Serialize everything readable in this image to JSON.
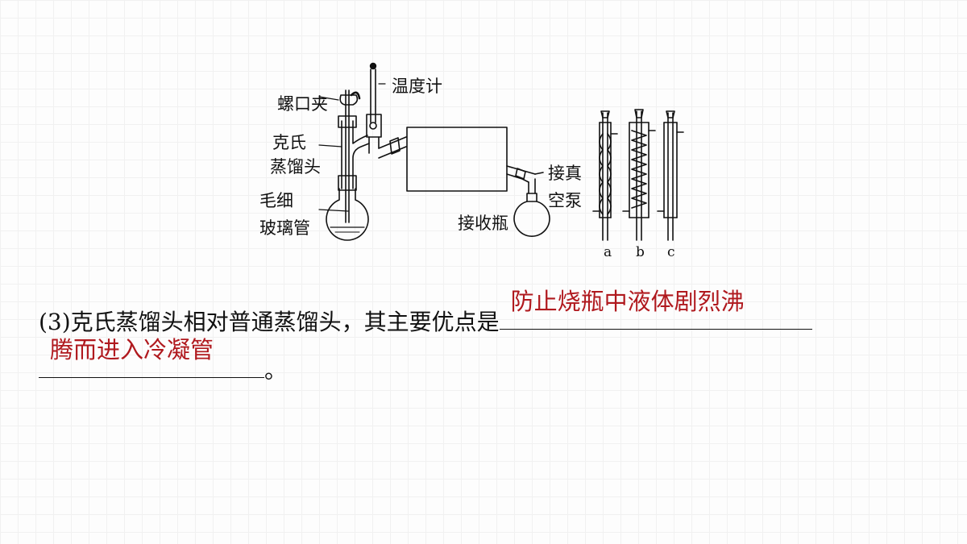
{
  "diagram": {
    "labels": {
      "clamp": "螺口夹",
      "thermometer": "温度计",
      "claisen_1": "克氏",
      "claisen_2": "蒸馏头",
      "capillary_1": "毛细",
      "capillary_2": "玻璃管",
      "vacuum_1": "接真",
      "vacuum_2": "空泵",
      "receiver": "接收瓶"
    },
    "condenser_letters": [
      "a",
      "b",
      "c"
    ]
  },
  "question": {
    "prefix": "(3)克氏蒸馏头相对普通蒸馏头，其主要优点是",
    "answer_line1": "防止烧瓶中液体剧烈沸",
    "answer_line2": "腾而进入冷凝管",
    "suffix": "。"
  },
  "colors": {
    "answer": "#b0191e",
    "text": "#111111"
  }
}
